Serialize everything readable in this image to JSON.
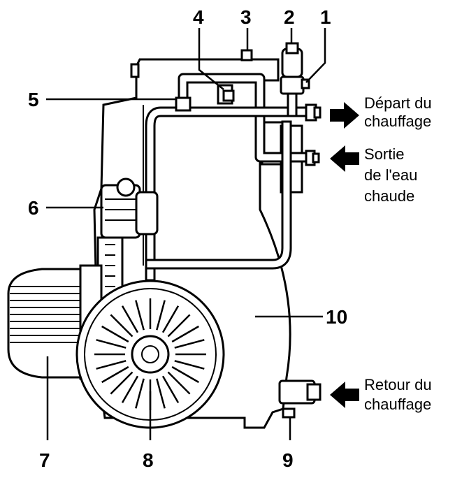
{
  "callouts": {
    "n1": "1",
    "n2": "2",
    "n3": "3",
    "n4": "4",
    "n5": "5",
    "n6": "6",
    "n7": "7",
    "n8": "8",
    "n9": "9",
    "n10": "10"
  },
  "connections": {
    "depart_line1": "Départ du",
    "depart_line2": "chauffage",
    "sortie_line1": "Sortie",
    "sortie_line2": "de l'eau",
    "sortie_line3": "chaude",
    "retour_line1": "Retour du",
    "retour_line2": "chauffage"
  }
}
